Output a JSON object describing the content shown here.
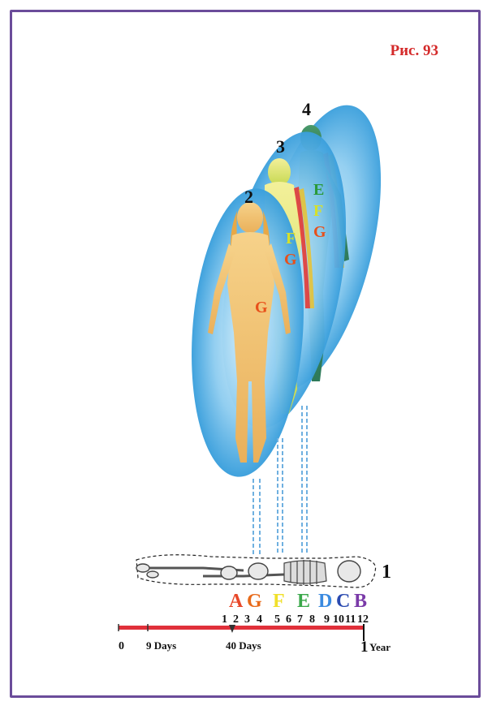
{
  "figure_label": "Рис. 93",
  "stage_numbers": {
    "skeleton": "1",
    "body2": "2",
    "body3": "3",
    "body4": "4"
  },
  "body_letters": {
    "body2": [
      "G"
    ],
    "body3": [
      "F",
      "G"
    ],
    "body4": [
      "E",
      "F",
      "G"
    ]
  },
  "letter_row": [
    {
      "letter": "A",
      "color": "#e8482a"
    },
    {
      "letter": "G",
      "color": "#e86a1a"
    },
    {
      "letter": "F",
      "color": "#f0e02a"
    },
    {
      "letter": "E",
      "color": "#3aa84a"
    },
    {
      "letter": "D",
      "color": "#3a8ae0"
    },
    {
      "letter": "C",
      "color": "#2a4ab0"
    },
    {
      "letter": "B",
      "color": "#7a3aa8"
    }
  ],
  "month_ticks": [
    "1",
    "2",
    "3",
    "4",
    "5",
    "6",
    "7",
    "8",
    "9",
    "10",
    "11",
    "12"
  ],
  "timeline_labels": {
    "zero": "0",
    "nine_days": "9 Days",
    "forty_days": "40 Days",
    "one": "1",
    "year": "Year"
  },
  "colors": {
    "frame": "#6b4c9a",
    "timeline": "#e0303a",
    "aura": "#4aa8e0"
  }
}
